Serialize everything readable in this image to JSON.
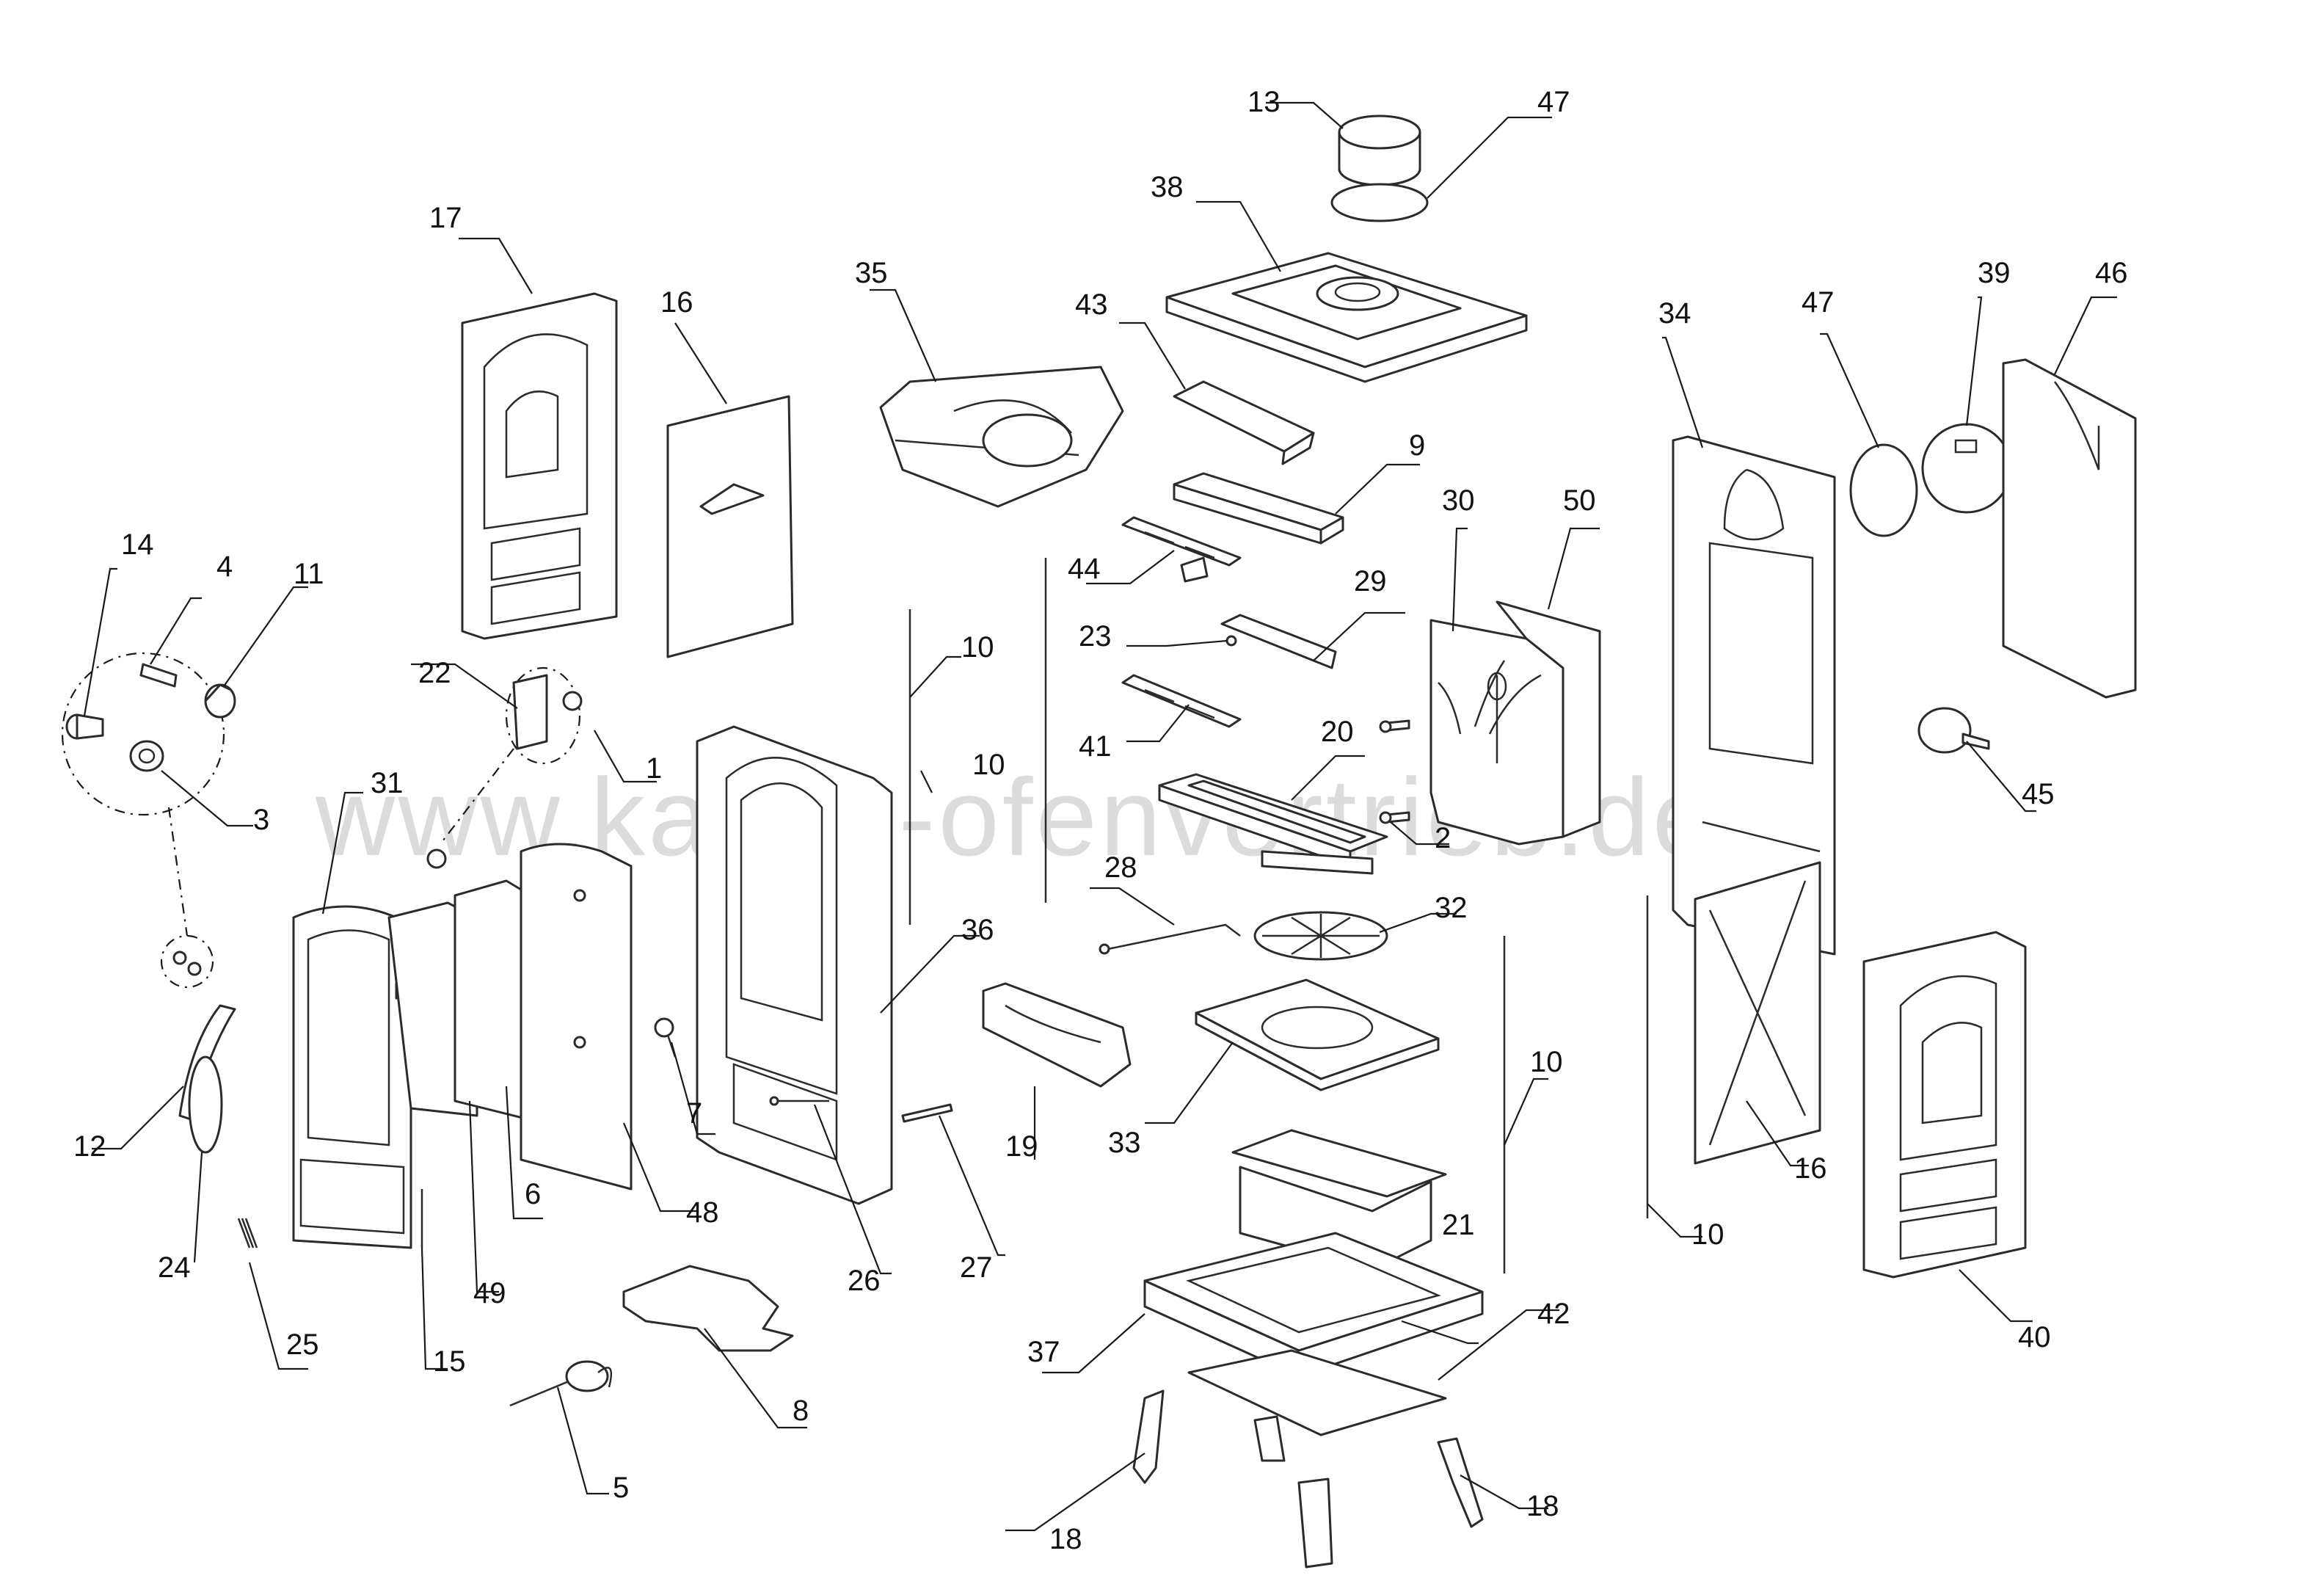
{
  "watermark": "www.kamin-ofenvertrieb.de",
  "labels": {
    "n1": "1",
    "n2": "2",
    "n3": "3",
    "n4": "4",
    "n5": "5",
    "n6": "6",
    "n7": "7",
    "n8": "8",
    "n9": "9",
    "n10a": "10",
    "n10b": "10",
    "n10c": "10",
    "n10d": "10",
    "n11": "11",
    "n12": "12",
    "n13": "13",
    "n14": "14",
    "n15": "15",
    "n16a": "16",
    "n16b": "16",
    "n17": "17",
    "n18a": "18",
    "n18b": "18",
    "n19": "19",
    "n20": "20",
    "n21": "21",
    "n22": "22",
    "n23": "23",
    "n24": "24",
    "n25": "25",
    "n26": "26",
    "n27": "27",
    "n28": "28",
    "n29": "29",
    "n30": "30",
    "n31": "31",
    "n32": "32",
    "n33": "33",
    "n34": "34",
    "n35": "35",
    "n36": "36",
    "n37": "37",
    "n38": "38",
    "n39": "39",
    "n40": "40",
    "n41": "41",
    "n42": "42",
    "n43": "43",
    "n44": "44",
    "n45": "45",
    "n46": "46",
    "n47a": "47",
    "n47b": "47",
    "n48": "48",
    "n49": "49",
    "n50": "50"
  }
}
